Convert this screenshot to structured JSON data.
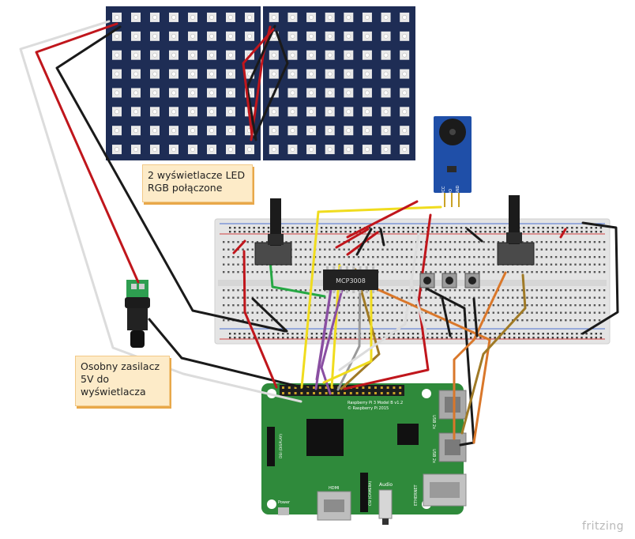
{
  "notes": {
    "led_lines": [
      "2 wyświetlacze LED",
      "RGB połączone"
    ],
    "psu_lines": [
      "Osobny zasilacz",
      "5V do",
      "wyświetlacza"
    ]
  },
  "chips": {
    "adc_label": "MCP3008"
  },
  "pi": {
    "model_line1": "Raspberry Pi 3 Model B v1.2",
    "model_line2": "© Raspberry Pi 2015",
    "hdmi": "HDMI",
    "audio": "Audio",
    "power": "Power",
    "ethernet": "ETHERNET",
    "usb1": "USB 2x",
    "usb2": "USB 2x",
    "dsi": "DSI (DISPLAY)",
    "csi": "CSI (CAMERA)"
  },
  "buzzer": {
    "pins": [
      "VCC",
      "I/O",
      "GND"
    ]
  },
  "brand": {
    "logo": "fritzing"
  },
  "colors": {
    "led_matrix": "#1e2d55",
    "breadboard": "#e4e4e4",
    "pi_board": "#2f8a3b",
    "buzzer_board": "#1f4fa8",
    "wire_red": "#c0161c",
    "wire_black": "#1a1a1a",
    "wire_yellow": "#f0dc1e",
    "wire_green": "#26a844",
    "wire_purple": "#8a4fa2",
    "wire_orange": "#d9772a",
    "wire_brown": "#a07a26",
    "wire_gray": "#9a9a9a",
    "wire_white": "#dcdcdc"
  }
}
